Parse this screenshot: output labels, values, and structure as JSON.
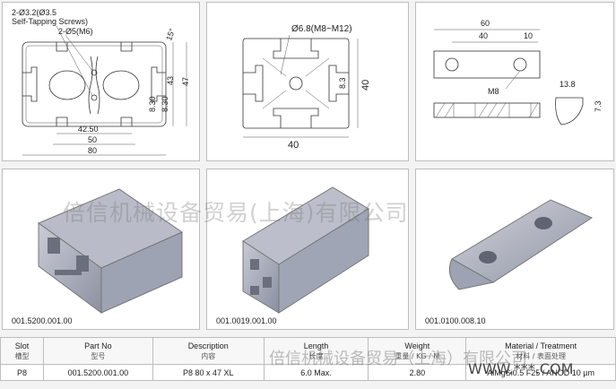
{
  "drawings": {
    "profile_80x47": {
      "dims": [
        "2-Ø3.2(Ø3.5",
        "Self-Tapping Screws)",
        "2-Ø5(M6)",
        "15°",
        "43",
        "47",
        "8.30",
        "8.30",
        "42.50",
        "50",
        "80"
      ]
    },
    "profile_40x40": {
      "dims": [
        "Ø6.8(M8~M12)",
        "8.3",
        "40",
        "40"
      ]
    },
    "nut_plate": {
      "dims": [
        "60",
        "40",
        "10",
        "M8",
        "13.8",
        "7.3"
      ]
    }
  },
  "products": [
    {
      "code": "001.5200.001.00"
    },
    {
      "code": "001.0019.001.00"
    },
    {
      "code": "001.0100.008.10"
    }
  ],
  "watermark": {
    "middle": "倍信机械设备贸易(上海)有限公司",
    "table": "倍信机械设备贸易（上海）有限公司",
    "url": "WWW.***.COM"
  },
  "table": {
    "headers": [
      {
        "en": "Slot",
        "zh": "槽型"
      },
      {
        "en": "Part No",
        "zh": "型号"
      },
      {
        "en": "Description",
        "zh": "内容"
      },
      {
        "en": "Length",
        "zh": "长度"
      },
      {
        "en": "Weight",
        "zh": "重量 / KG / M"
      },
      {
        "en": "Material / Treatment",
        "zh": "材料 / 表面处理"
      }
    ],
    "row": {
      "slot": "P8",
      "part_no": "001.5200.001.00",
      "description": "P8 80 x 47 XL",
      "length": "6.0 Max.",
      "weight": "2.80",
      "material": "AlMgSi0.5 F25 / ANOD 10 µm"
    }
  },
  "colors": {
    "panel_border": "#bdbdbd",
    "background": "#f3f3f3",
    "aluminium": "#9ea3b3"
  }
}
